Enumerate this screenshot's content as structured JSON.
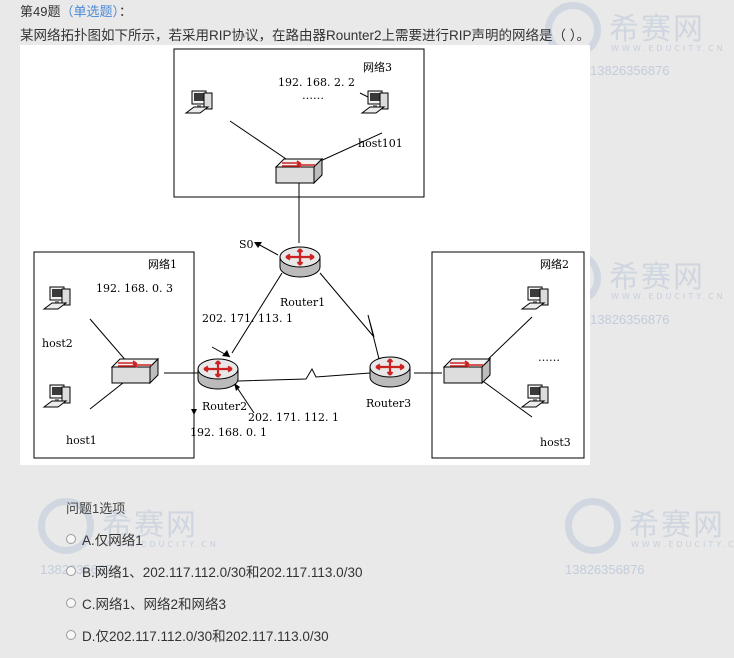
{
  "question": {
    "number": "第49题",
    "type": "（单选题）",
    "colon": "：",
    "text": "某网络拓扑图如下所示，若采用RIP协议，在路由器Rounter2上需要进行RIP声明的网络是（    ）。"
  },
  "watermark": {
    "brand": "希赛网",
    "site": "WWW.EDUCITY.CN",
    "phone": "13826356876"
  },
  "diagram": {
    "network3_label": "网络3",
    "network3_ip": "192. 168. 2. 2",
    "network3_dots": "……",
    "host101": "host101",
    "s0": "S0",
    "router1": "Router1",
    "network1_label": "网络1",
    "network1_ip": "192. 168. 0. 3",
    "host2": "host2",
    "host1": "host1",
    "ip_113": "202. 171. 113. 1",
    "router2": "Router2",
    "ip_112": "202. 171. 112. 1",
    "ip_168_0_1": "192. 168. 0. 1",
    "router3": "Router3",
    "network2_label": "网络2",
    "network2_dots": "……",
    "host3": "host3"
  },
  "options_title": "问题1选项",
  "options": [
    {
      "label": "A.仅网络1"
    },
    {
      "label": "B.网络1、202.117.112.0/30和202.117.113.0/30"
    },
    {
      "label": "C.网络1、网络2和网络3"
    },
    {
      "label": "D.仅202.117.112.0/30和202.117.113.0/30"
    }
  ],
  "colors": {
    "accent": "#4a8ad8",
    "background": "#e9e9e9",
    "router_arrow": "#cc2a2a"
  }
}
